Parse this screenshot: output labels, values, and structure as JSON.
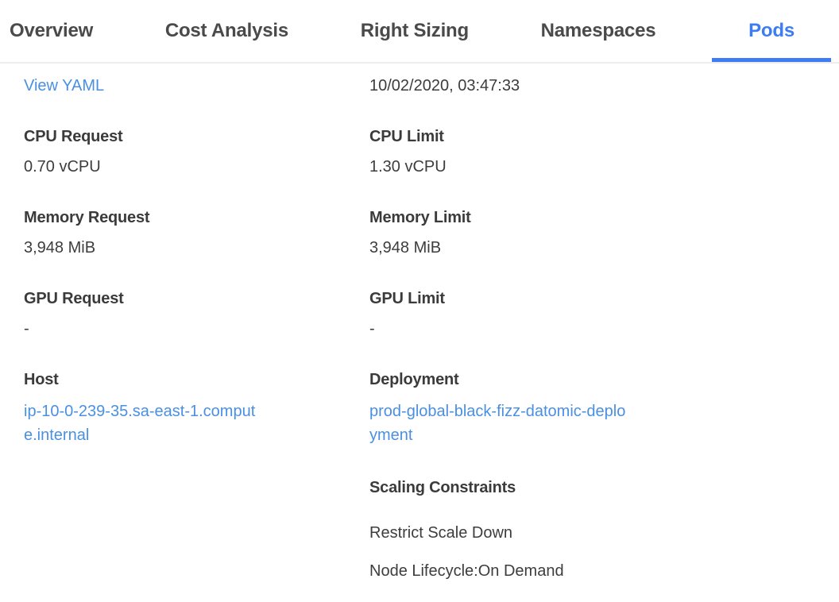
{
  "tabs": [
    {
      "label": "Overview",
      "active": false
    },
    {
      "label": "Cost Analysis",
      "active": false
    },
    {
      "label": "Right Sizing",
      "active": false
    },
    {
      "label": "Namespaces",
      "active": false
    },
    {
      "label": "Pods",
      "active": true
    }
  ],
  "detail": {
    "view_yaml_label": "View YAML",
    "timestamp": "10/02/2020, 03:47:33",
    "fields_left": [
      {
        "label": "CPU Request",
        "value": "0.70 vCPU"
      },
      {
        "label": "Memory Request",
        "value": "3,948 MiB"
      },
      {
        "label": "GPU Request",
        "value": "-"
      },
      {
        "label": "Host",
        "value": "ip-10-0-239-35.sa-east-1.compute.internal"
      }
    ],
    "fields_right": [
      {
        "label": "CPU Limit",
        "value": "1.30 vCPU"
      },
      {
        "label": "Memory Limit",
        "value": "3,948 MiB"
      },
      {
        "label": "GPU Limit",
        "value": "-"
      },
      {
        "label": "Deployment",
        "value": "prod-global-black-fizz-datomic-deployment"
      }
    ],
    "scaling": {
      "title": "Scaling Constraints",
      "items": [
        "Restrict Scale Down",
        "Node Lifecycle:On Demand"
      ]
    }
  },
  "colors": {
    "active_tab": "#3d7cf2",
    "tab_underline": "#3d7cf2",
    "inactive_tab_text": "#4a4a4a",
    "link": "#4a90e2",
    "label_text": "#3b3b3b",
    "value_text": "#3d3d3d",
    "divider": "#ededed",
    "background": "#ffffff"
  }
}
